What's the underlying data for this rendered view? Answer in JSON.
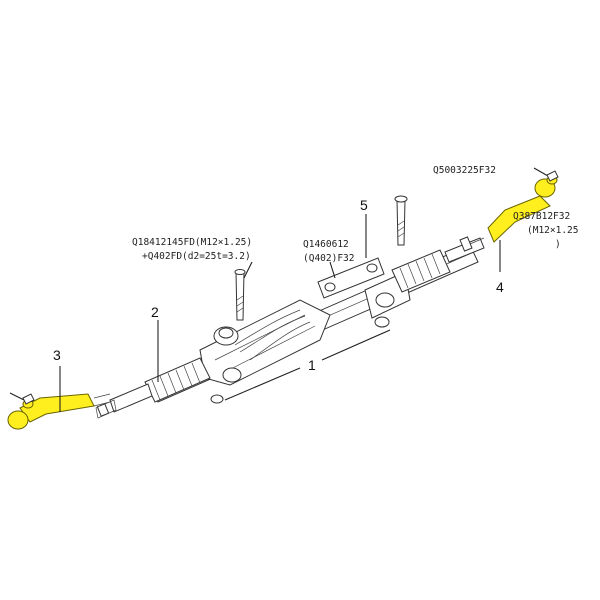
{
  "callouts": {
    "n1": "1",
    "n2": "2",
    "n3": "3",
    "n4": "4",
    "n5": "5"
  },
  "labels": {
    "bolt_left_line1": "Q18412145FD(M12×1.25)",
    "bolt_left_line2": "+Q402FD(d2=25t=3.2)",
    "bracket_line1": "Q1460612",
    "bracket_line2": "(Q402)F32",
    "nut_top": "Q5003225F32",
    "tierod_right_line1": "Q387B12F32",
    "tierod_right_line2": "(M12×1.25",
    "tierod_right_line3": ")"
  },
  "colors": {
    "highlight": "#ffef1f",
    "line": "#222222"
  }
}
